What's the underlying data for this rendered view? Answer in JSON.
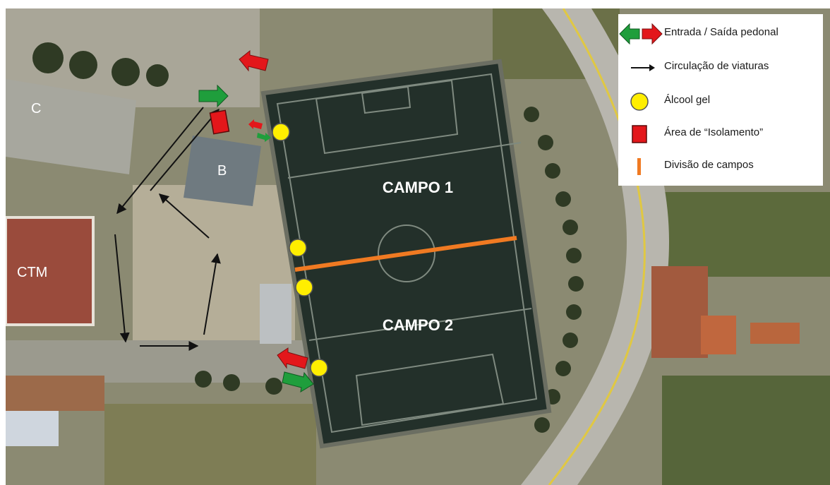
{
  "map": {
    "fields": [
      {
        "name": "field-1-label",
        "label": "CAMPO 1"
      },
      {
        "name": "field-2-label",
        "label": "CAMPO 2"
      }
    ],
    "buildings": [
      {
        "name": "building-c-label",
        "label": "C"
      },
      {
        "name": "building-b-label",
        "label": "B"
      },
      {
        "name": "building-ctm-label",
        "label": "CTM"
      }
    ],
    "colors": {
      "entry_arrow": "#1f9e3c",
      "exit_arrow": "#e3171b",
      "gel_marker": "#ffee00",
      "isolation_area": "#e3171b",
      "field_division": "#f07a22",
      "pitch": "#23302a",
      "vehicle_route": "#111111"
    }
  },
  "legend": {
    "items": [
      {
        "icon": "entry-exit-arrows-icon",
        "label": "Entrada / Saída pedonal"
      },
      {
        "icon": "arrow-right-icon",
        "label": "Circulação de viaturas"
      },
      {
        "icon": "yellow-circle-icon",
        "label": "Álcool gel"
      },
      {
        "icon": "red-square-icon",
        "label": "Área de “Isolamento”"
      },
      {
        "icon": "orange-line-icon",
        "label": "Divisão de campos"
      }
    ]
  }
}
